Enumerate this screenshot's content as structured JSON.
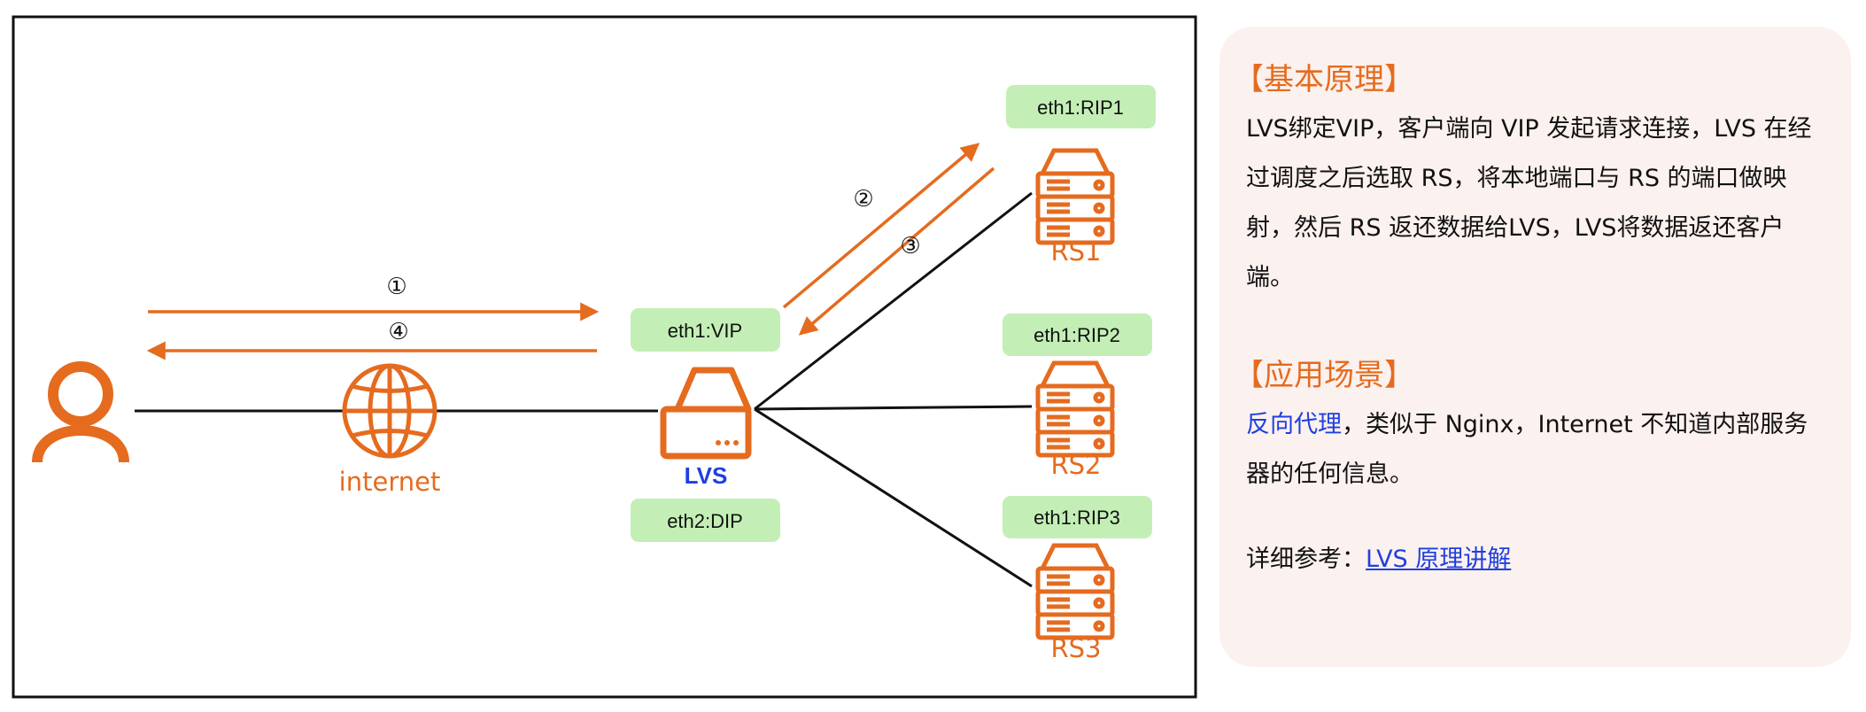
{
  "diagram": {
    "nodes": {
      "client": {
        "icon": "user-icon"
      },
      "internet": {
        "icon": "globe-icon",
        "label": "internet"
      },
      "lvs": {
        "icon": "server-icon",
        "label": "LVS"
      },
      "rs1": {
        "icon": "server-stack-icon",
        "label": "RS1"
      },
      "rs2": {
        "icon": "server-stack-icon",
        "label": "RS2"
      },
      "rs3": {
        "icon": "server-stack-icon",
        "label": "RS3"
      }
    },
    "badges": {
      "vip": "eth1:VIP",
      "dip": "eth2:DIP",
      "rip1": "eth1:RIP1",
      "rip2": "eth1:RIP2",
      "rip3": "eth1:RIP3"
    },
    "steps": [
      "①",
      "②",
      "③",
      "④"
    ]
  },
  "colors": {
    "accent_orange": "#e56b1f",
    "badge_green": "#c3efb6",
    "link_blue": "#1f3fe0",
    "card_bg": "#fbf1ee"
  },
  "note": {
    "basic": {
      "title": "【基本原理】",
      "body": "LVS绑定VIP，客户端向 VIP 发起请求连接，LVS 在经过调度之后选取 RS，将本地端口与 RS 的端口做映射，然后 RS 返还数据给LVS，LVS将数据返还客户端。"
    },
    "scenario": {
      "title": "【应用场景】",
      "highlight": "反向代理",
      "body": "，类似于 Nginx，Internet 不知道内部服务器的任何信息。"
    },
    "reference": {
      "prefix": "详细参考：",
      "link": "LVS 原理讲解"
    }
  }
}
